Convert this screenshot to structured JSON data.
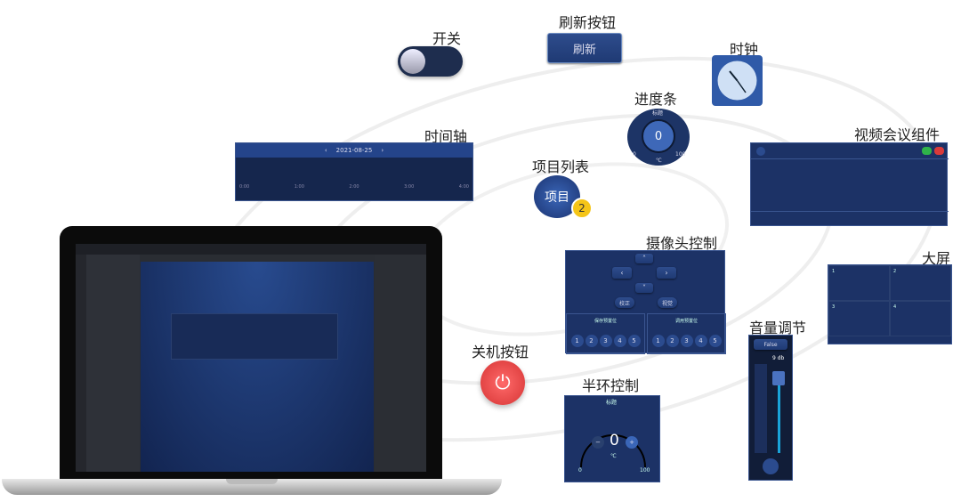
{
  "labels": {
    "toggle": "开关",
    "refresh": "刷新按钮",
    "clock": "时钟",
    "progress": "进度条",
    "timeline": "时间轴",
    "list": "项目列表",
    "video": "视频会议组件",
    "camera": "摄像头控制",
    "bigscreen": "大屏",
    "power": "关机按钮",
    "volume": "音量调节",
    "halfring": "半环控制"
  },
  "refresh_button": "刷新",
  "timeline": {
    "date": "2021-08-25",
    "prev": "‹",
    "next": "›",
    "ticks": [
      "0:00",
      "1:00",
      "2:00",
      "3:00",
      "4:00"
    ]
  },
  "progress": {
    "title": "标题",
    "value": "0",
    "unit": "℃",
    "min": "0",
    "max": "100"
  },
  "list_item": {
    "label": "项目",
    "badge": "2"
  },
  "camera": {
    "up": "˄",
    "left": "‹",
    "right": "›",
    "down": "˅",
    "btn1": "校正",
    "btn2": "视觉",
    "preset_save": "保存预置位",
    "preset_call": "调用预置位",
    "presets": [
      "1",
      "2",
      "3",
      "4",
      "5"
    ]
  },
  "halfring": {
    "title": "标题",
    "value": "0",
    "unit": "℃",
    "min": "0",
    "max": "100",
    "minus": "−",
    "plus": "+"
  },
  "volume": {
    "label": "False",
    "level": "9 db",
    "level_fraction": 0.85
  },
  "bigscreen": {
    "cells": [
      "1",
      "2",
      "3",
      "4"
    ]
  },
  "colors": {
    "panel": "#1c3266",
    "accent": "#1aa3d8",
    "power": "#e84a4a",
    "badge": "#f5c518"
  }
}
